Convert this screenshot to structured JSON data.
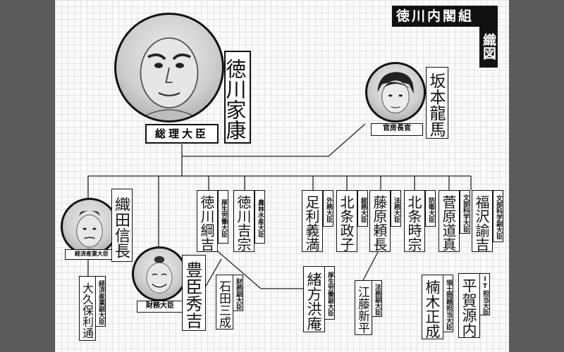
{
  "title": {
    "row": "徳川内閣組",
    "col": "織図"
  },
  "leaders": [
    {
      "key": "ieyasu",
      "name": "徳川家康",
      "plate": "総理大臣"
    },
    {
      "key": "ryoma",
      "name": "坂本龍馬",
      "plate": "官房長官"
    },
    {
      "key": "nobunaga",
      "name": "織田信長",
      "plate": "経済産業大臣"
    },
    {
      "key": "hideyoshi",
      "name": "豊臣秀吉",
      "plate": "財務大臣"
    }
  ],
  "ministers": [
    {
      "key": "tsunayoshi",
      "name": "徳川綱吉",
      "role": "厚生労働大臣"
    },
    {
      "key": "yoshimune",
      "name": "徳川吉宗",
      "role": "農林水産大臣"
    },
    {
      "key": "yoshimitsu",
      "name": "足利義満",
      "role": "外務大臣"
    },
    {
      "key": "masako",
      "name": "北条政子",
      "role": "総務大臣"
    },
    {
      "key": "yorinaga",
      "name": "藤原頼長",
      "role": "法務大臣"
    },
    {
      "key": "tokimune",
      "name": "北条時宗",
      "role": "防衛大臣"
    },
    {
      "key": "michizane",
      "name": "菅原道真",
      "role": "文部科学大臣"
    },
    {
      "key": "yukichi",
      "name": "福沢諭吉",
      "role": "文部科学副大臣"
    }
  ],
  "deputies": [
    {
      "key": "toshimichi",
      "name": "大久保利通",
      "role": "経済産業副大臣"
    },
    {
      "key": "mitsunari",
      "name": "石田三成",
      "role": "財務副大臣"
    },
    {
      "key": "koan",
      "name": "緒方洪庵",
      "role": "厚生労働副大臣"
    },
    {
      "key": "shinpei",
      "name": "江藤新平",
      "role": "法務副大臣"
    },
    {
      "key": "masashige",
      "name": "楠木正成",
      "role": "領土問題担当大臣"
    },
    {
      "key": "gennai",
      "name": "平賀源内",
      "role": "IT担当大臣"
    }
  ]
}
